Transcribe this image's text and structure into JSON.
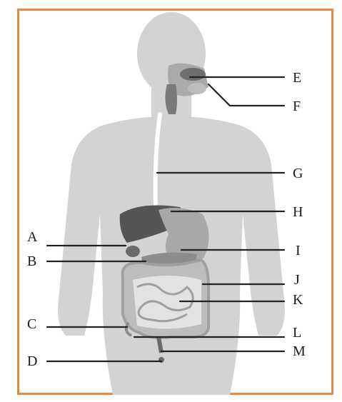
{
  "diagram": {
    "labels": {
      "A": "A",
      "B": "B",
      "C": "C",
      "D": "D",
      "E": "E",
      "F": "F",
      "G": "G",
      "H": "H",
      "I": "I",
      "J": "J",
      "K": "K",
      "L": "L",
      "M": "M"
    },
    "colors": {
      "frame": "#e88a3c",
      "body_silhouette": "#d3d3d3",
      "organ_light": "#e4e4e4",
      "organ_mid": "#a8a8a8",
      "organ_dark": "#555555",
      "leader_line": "#222222"
    }
  }
}
